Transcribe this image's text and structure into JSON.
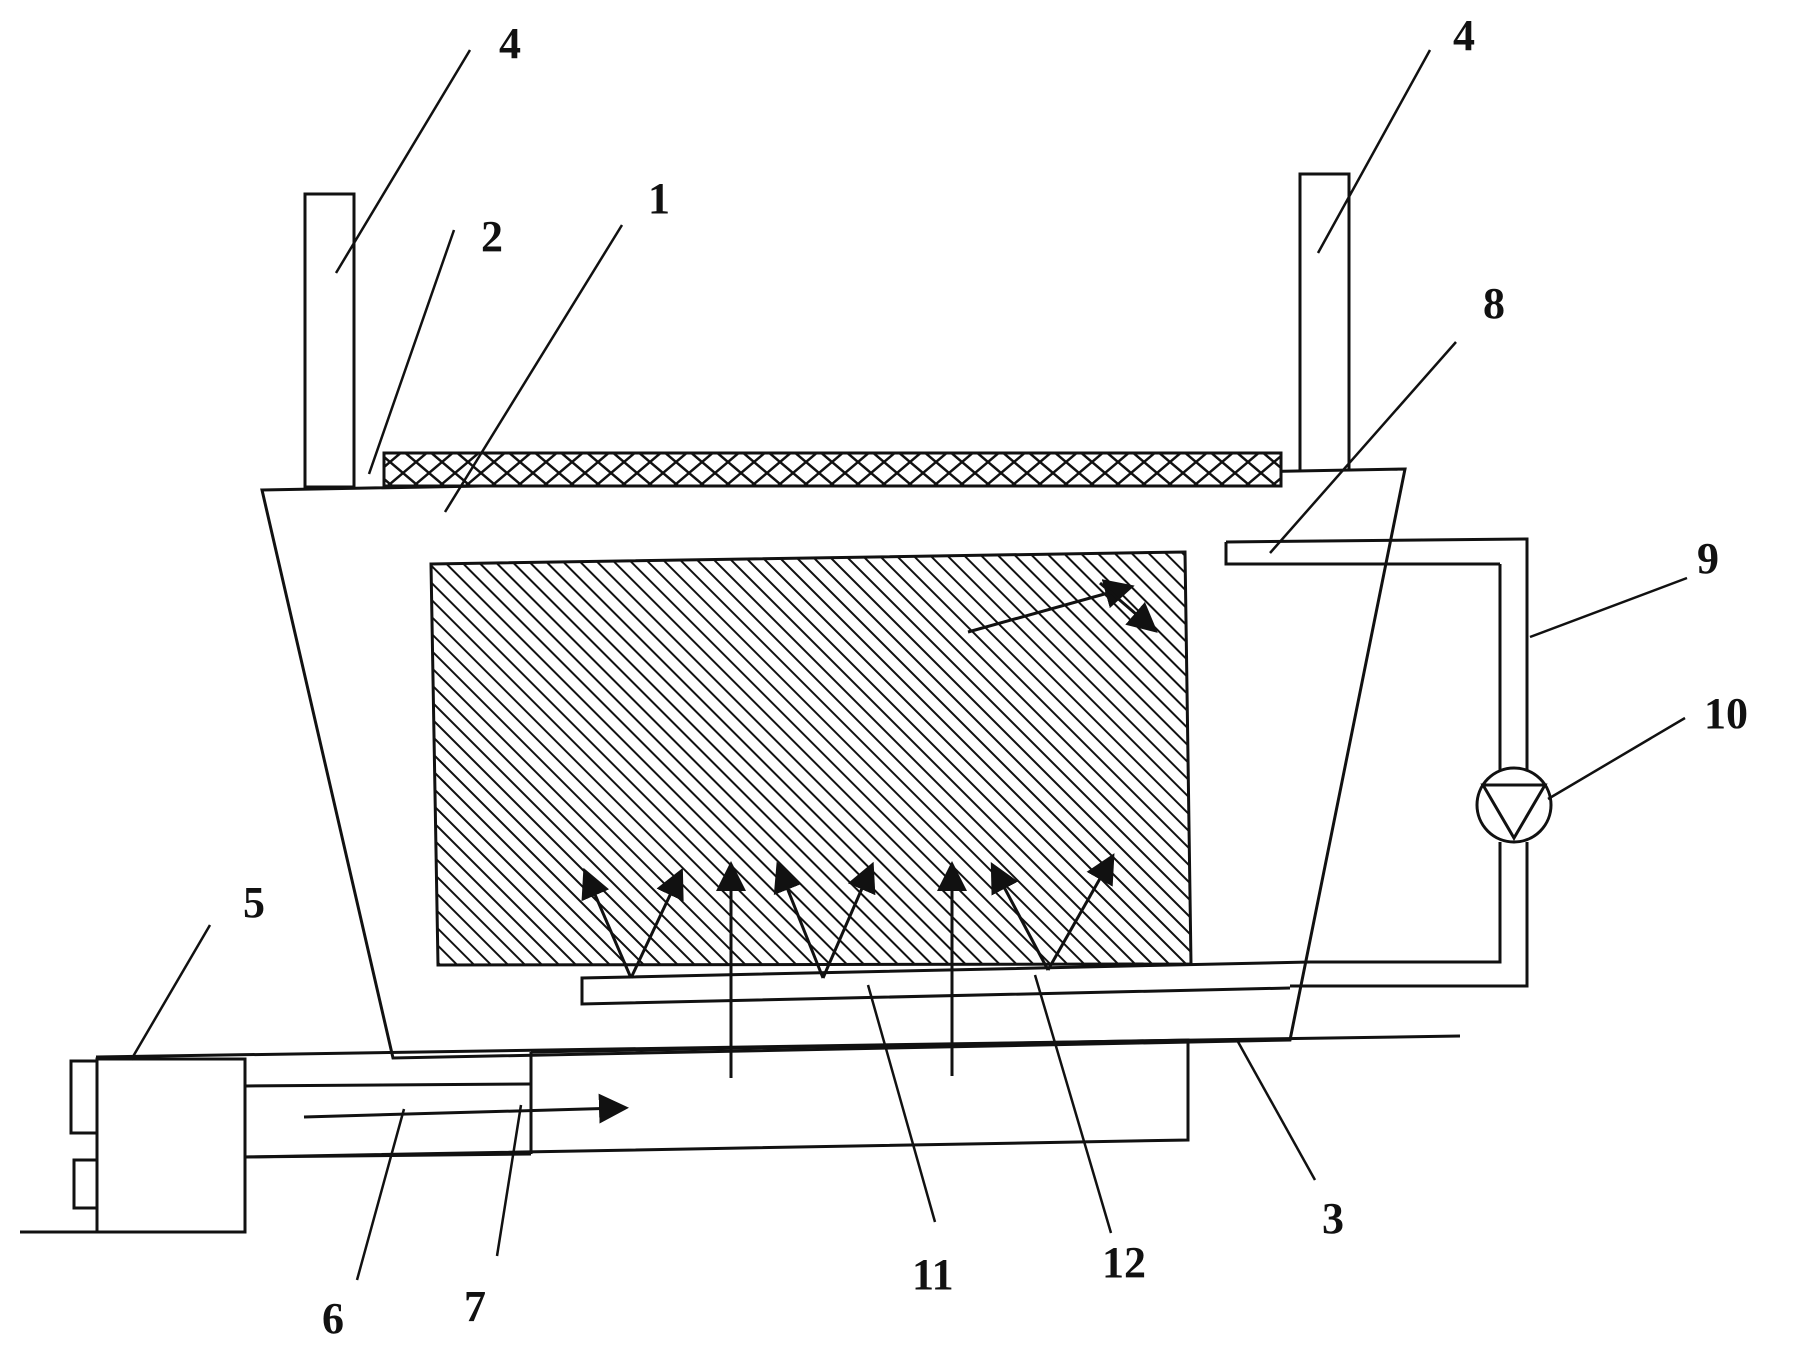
{
  "labels": {
    "l1": "1",
    "l2": "2",
    "l3": "3",
    "l4a": "4",
    "l4b": "4",
    "l5": "5",
    "l6": "6",
    "l7": "7",
    "l8": "8",
    "l9": "9",
    "l10": "10",
    "l11": "11",
    "l12": "12"
  },
  "colors": {
    "ink": "#111111",
    "background": "#ffffff"
  }
}
